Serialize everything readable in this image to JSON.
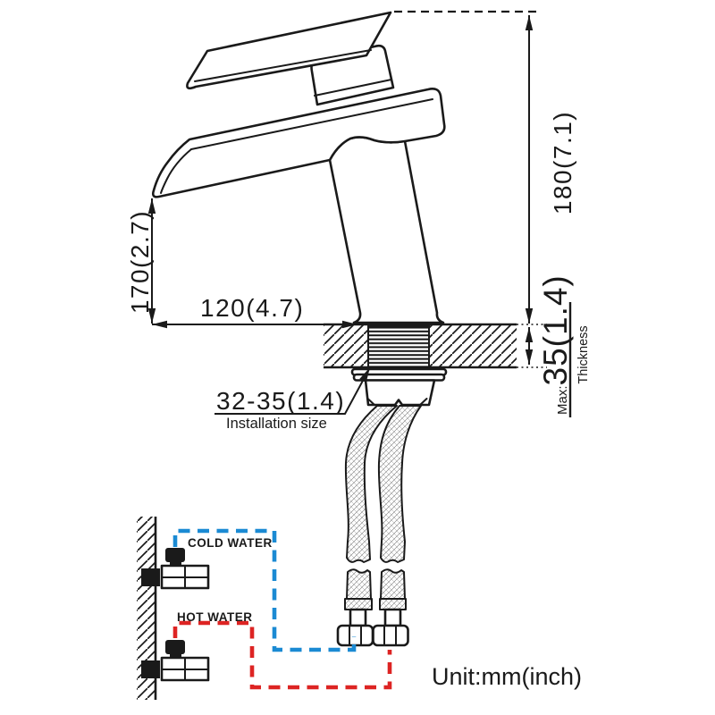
{
  "diagram": {
    "unit_note": "Unit:mm(inch)",
    "dimensions": {
      "total_height": "180(7.1)",
      "spout_height": "170(2.7)",
      "reach": "120(4.7)",
      "installation_range": "32-35(1.4)",
      "installation_caption": "Installation size",
      "deck_thickness_prefix": "Max:",
      "deck_thickness_value": "35(1.4)",
      "deck_thickness_caption": "Thickness"
    },
    "supply_lines": {
      "cold_label": "COLD WATER",
      "hot_label": "HOT WATER",
      "cold_color": "#1b8ad3",
      "hot_color": "#dd2423"
    },
    "line_color": "#1a1a1a",
    "background": "#ffffff"
  }
}
